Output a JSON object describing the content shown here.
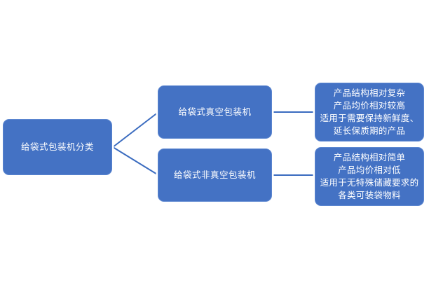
{
  "diagram": {
    "type": "tree",
    "orientation": "left-to-right",
    "background_color": "#FFFFFF",
    "node_fill_color": "#4472C4",
    "node_border_color": "#5B86D0",
    "node_text_color": "#FFFFFF",
    "connector_color": "#3A6BBF"
  },
  "root": {
    "label": "给袋式包装机分类"
  },
  "branches": [
    {
      "label": "给袋式真空包装机",
      "details": [
        "产品结构相对复杂",
        "产品均价相对较高",
        "适用于需要保持新鲜度、延长保质期的产品"
      ]
    },
    {
      "label": "给袋式非真空包装机",
      "details": [
        "产品结构相对简单",
        "产品均价相对低",
        "适用于无特殊储藏要求的各类可装袋物料"
      ]
    }
  ]
}
